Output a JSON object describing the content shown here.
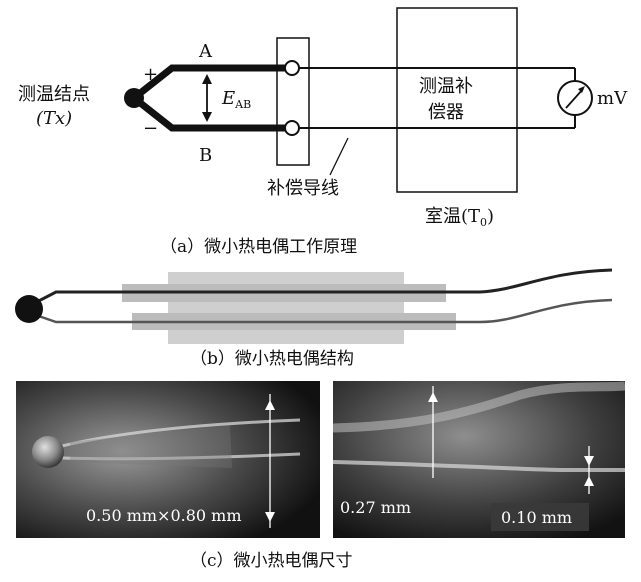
{
  "panel_a": {
    "junction_label": "测温结点",
    "junction_symbol": "(Tx)",
    "plus": "+",
    "minus": "−",
    "wire_a": "A",
    "wire_b": "B",
    "emf_label": "E",
    "emf_sub": "AB",
    "compensator_line1": "测温补",
    "compensator_line2": "偿器",
    "meter_unit": "mV",
    "wire_label": "补偿导线",
    "room_temp": "室温(T",
    "room_temp_sub": "0",
    "room_temp_end": ")",
    "caption": "（a）微小热电偶工作原理"
  },
  "panel_b": {
    "caption": "（b）微小热电偶结构"
  },
  "panel_c": {
    "left_dim": "0.50 mm×0.80 mm",
    "right_dim_top": "0.27 mm",
    "right_dim_bottom": "0.10 mm",
    "caption": "（c）微小热电偶尺寸"
  },
  "colors": {
    "line": "#111111",
    "sleeve_dark": "#bdbdbd",
    "sleeve_light": "#d9d9d9",
    "photo_bg": "#2a2a2a"
  }
}
